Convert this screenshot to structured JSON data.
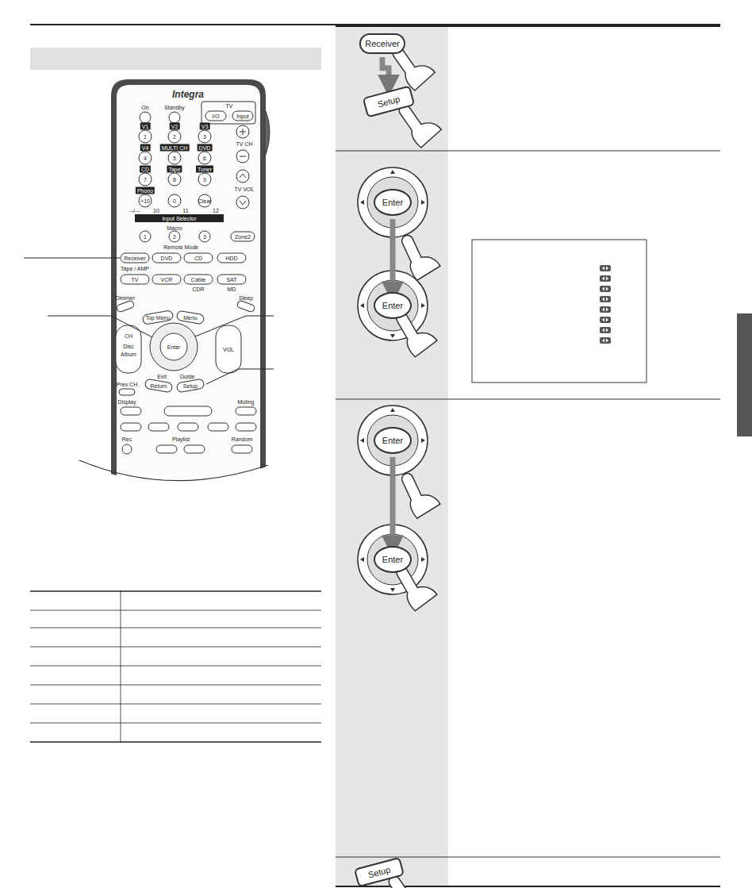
{
  "diagram": {
    "nodes": [
      {
        "text": [
          "Receiver"
        ]
      },
      {
        "text": [
          "Setup"
        ]
      },
      {
        "text": [
          "Enter"
        ]
      },
      {
        "text": [
          "Enter"
        ]
      },
      {
        "text": [
          "Enter"
        ]
      },
      {
        "text": [
          "Enter"
        ]
      },
      {
        "text": [
          "Setup"
        ]
      }
    ],
    "edges": [
      {
        "from": 0,
        "to": 1,
        "arrow": "to"
      },
      {
        "from": 2,
        "to": 3,
        "arrow": "to"
      },
      {
        "from": 4,
        "to": 5,
        "arrow": "to"
      }
    ],
    "labels": [
      "Integra",
      "On",
      "Standby",
      "TV",
      "I/O",
      "Input",
      "V1",
      "V2",
      "V3",
      "1",
      "2",
      "3",
      "V4",
      "MULTI CH",
      "DVD",
      "4",
      "5",
      "6",
      "CD",
      "Tape",
      "Tuner",
      "7",
      "8",
      "9",
      "Phono",
      "+10",
      "0",
      "Clear",
      "--/---",
      "10",
      "11",
      "12",
      "Input Selector",
      "TV CH",
      "TV VOL",
      "Macro",
      "1",
      "2",
      "3",
      "Zone2",
      "Remote Mode",
      "Receiver",
      "DVD",
      "CD",
      "HDD",
      "Tape / AMP",
      "TV",
      "VCR",
      "Cable",
      "SAT",
      "CDR",
      "MD",
      "Dimmer",
      "Sleep",
      "Top Menu",
      "Menu",
      "Enter",
      "CH",
      "Disc",
      "Album",
      "VOL",
      "Exit",
      "Guide",
      "Prev CH",
      "Return",
      "Setup",
      "Display",
      "Muting",
      "Rec",
      "Playlist",
      "Random"
    ]
  }
}
